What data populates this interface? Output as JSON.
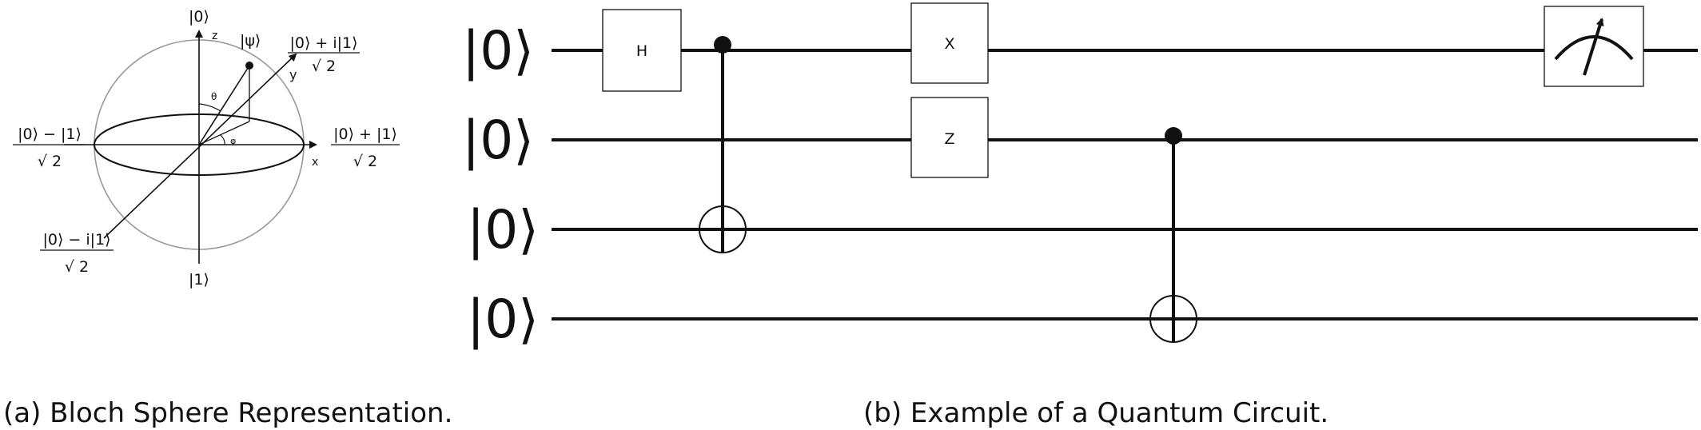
{
  "bloch": {
    "top_ket": "|0⟩",
    "bottom_ket": "|1⟩",
    "psi": "|ψ⟩",
    "axis_z": "z",
    "axis_y": "y",
    "axis_x": "x",
    "theta": "θ",
    "phi": "φ",
    "plus_y_num": "|0⟩ + i|1⟩",
    "plus_y_den": "√ 2",
    "plus_x_num": "|0⟩ + |1⟩",
    "plus_x_den": "√ 2",
    "minus_x_num": "|0⟩ − |1⟩",
    "minus_x_den": "√ 2",
    "minus_y_num": "|0⟩ − i|1⟩",
    "minus_y_den": "√ 2"
  },
  "circuit": {
    "qubits": [
      "|0⟩",
      "|0⟩",
      "|0⟩",
      "|0⟩"
    ],
    "gates": {
      "h": "H",
      "x": "X",
      "z": "Z"
    }
  },
  "captions": {
    "a": "(a)  Bloch Sphere Representation.",
    "b": "(b)  Example of a Quantum Circuit."
  }
}
